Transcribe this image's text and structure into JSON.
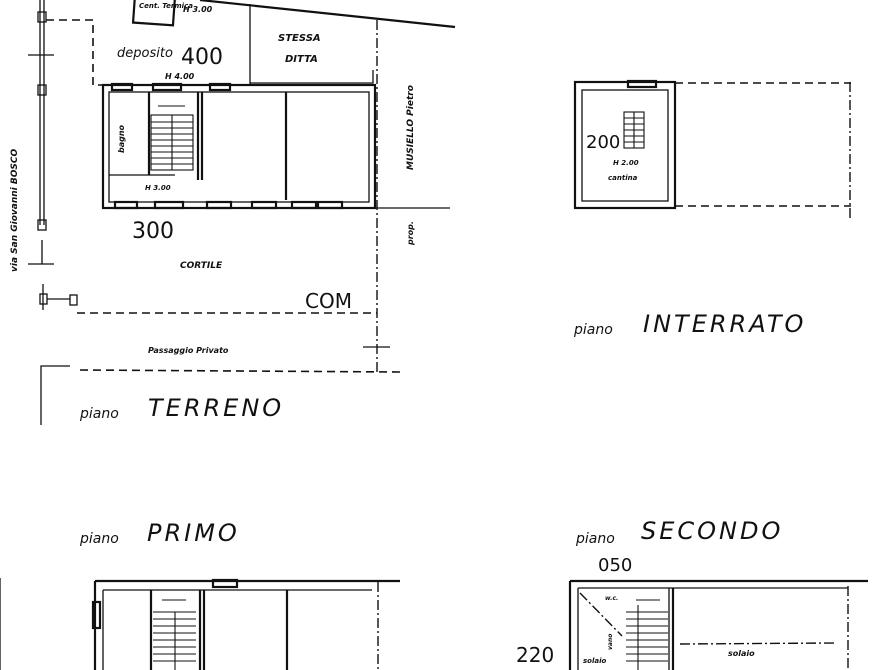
{
  "drawing": {
    "type": "architectural floor plan",
    "background": "#ffffff",
    "ink": "#111111"
  },
  "floors": {
    "terreno": {
      "label_prefix": "piano",
      "label": "TERRENO",
      "rooms": {
        "deposito": "deposito",
        "deposito_height": "H 4.00",
        "centrale_termica": "Cent. Termica",
        "centrale_height": "H 3.00",
        "stessa_ditta_1": "STESSA",
        "stessa_ditta_2": "DITTA",
        "bagno": "bagno",
        "stair_height": "H 3.00",
        "cortile": "CORTILE",
        "passaggio": "Passaggio Privato"
      },
      "codes": {
        "deposito_code": "400",
        "building_code": "300",
        "cortile_code": "COM"
      },
      "streets": {
        "left": "via San Giovanni BOSCO",
        "right_owner": "MUSIELLO Pietro",
        "right_prefix": "prop."
      }
    },
    "interrato": {
      "label_prefix": "piano",
      "label": "INTERRATO",
      "rooms": {
        "cantina": "cantina",
        "cantina_height": "H 2.00"
      },
      "codes": {
        "cantina_code": "200"
      }
    },
    "primo": {
      "label_prefix": "piano",
      "label": "PRIMO"
    },
    "secondo": {
      "label_prefix": "piano",
      "label": "SECONDO",
      "rooms": {
        "wc": "w.c.",
        "vano": "vano",
        "solaio_left": "solaio",
        "solaio_right": "solaio"
      },
      "codes": {
        "top_code": "050",
        "side_code": "220"
      }
    }
  }
}
